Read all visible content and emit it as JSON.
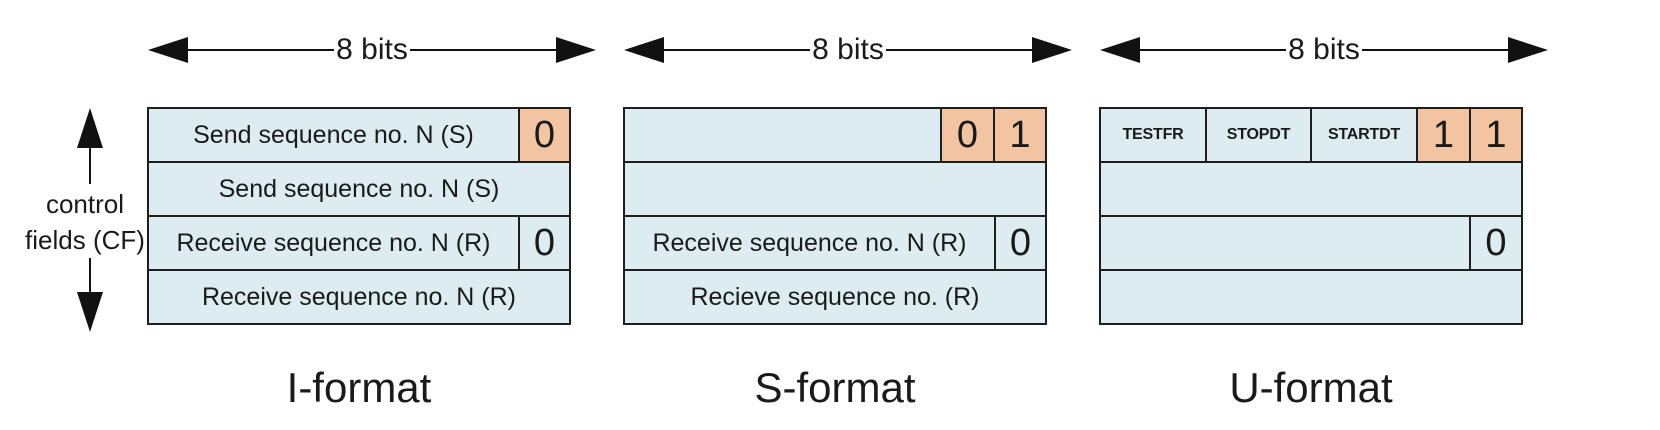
{
  "width_label": "8 bits",
  "control_fields_label": [
    "control",
    "fields (CF)"
  ],
  "formats": [
    {
      "title": "I-format",
      "rows": [
        [
          {
            "text": "Send sequence no. N (S)"
          },
          {
            "text": "0",
            "highlight": true
          }
        ],
        [
          {
            "text": "Send sequence no. N (S)"
          }
        ],
        [
          {
            "text": "Receive sequence no. N (R)"
          },
          {
            "text": "0"
          }
        ],
        [
          {
            "text": "Receive sequence no. N (R)"
          }
        ]
      ]
    },
    {
      "title": "S-format",
      "rows": [
        [
          {
            "text": ""
          },
          {
            "text": "0",
            "highlight": true
          },
          {
            "text": "1",
            "highlight": true
          }
        ],
        [
          {
            "text": ""
          }
        ],
        [
          {
            "text": "Receive sequence no. N (R)"
          },
          {
            "text": "0"
          }
        ],
        [
          {
            "text": "Recieve sequence no. (R)"
          }
        ]
      ]
    },
    {
      "title": "U-format",
      "rows": [
        [
          {
            "text": "TESTFR"
          },
          {
            "text": "STOPDT"
          },
          {
            "text": "STARTDT"
          },
          {
            "text": "1",
            "highlight": true
          },
          {
            "text": "1",
            "highlight": true
          }
        ],
        [
          {
            "text": ""
          }
        ],
        [
          {
            "text": ""
          },
          {
            "text": "0"
          }
        ],
        [
          {
            "text": ""
          }
        ]
      ]
    }
  ],
  "colors": {
    "field_fill": "#dcecf1",
    "bit_highlight": "#f2c4a1",
    "border": "#1e1e1e"
  }
}
